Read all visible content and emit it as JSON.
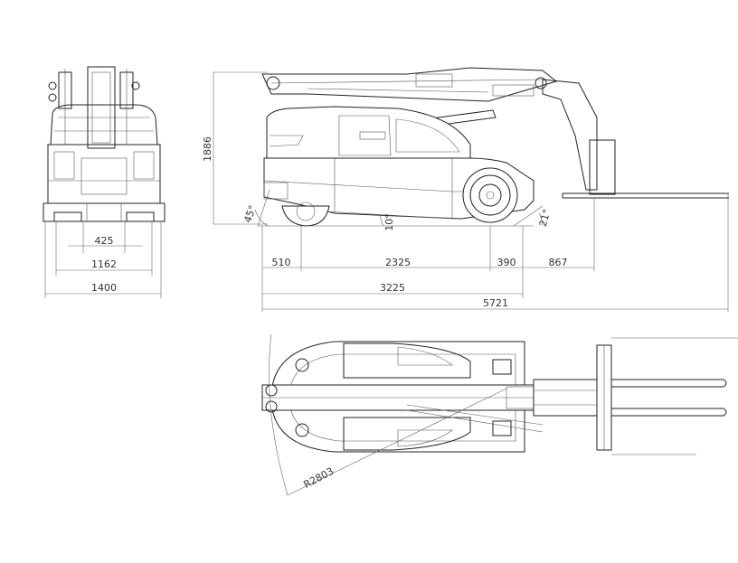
{
  "drawing": {
    "front_view": {
      "dims": {
        "track_inner": "425",
        "track_outer": "1162",
        "overall_width": "1400"
      }
    },
    "side_view": {
      "height": "1886",
      "angles": {
        "front_approach": "45°",
        "ground_clearance_angle": "10°",
        "rear_departure": "21°"
      },
      "dims": {
        "front_overhang": "510",
        "wheelbase": "2325",
        "rear_overhang": "390",
        "fork_reach": "867",
        "body_length": "3225",
        "overall_length": "5721"
      }
    },
    "top_view": {
      "turning_radius": "R2803"
    },
    "colors": {
      "line": "#222222",
      "background": "#ffffff"
    }
  }
}
